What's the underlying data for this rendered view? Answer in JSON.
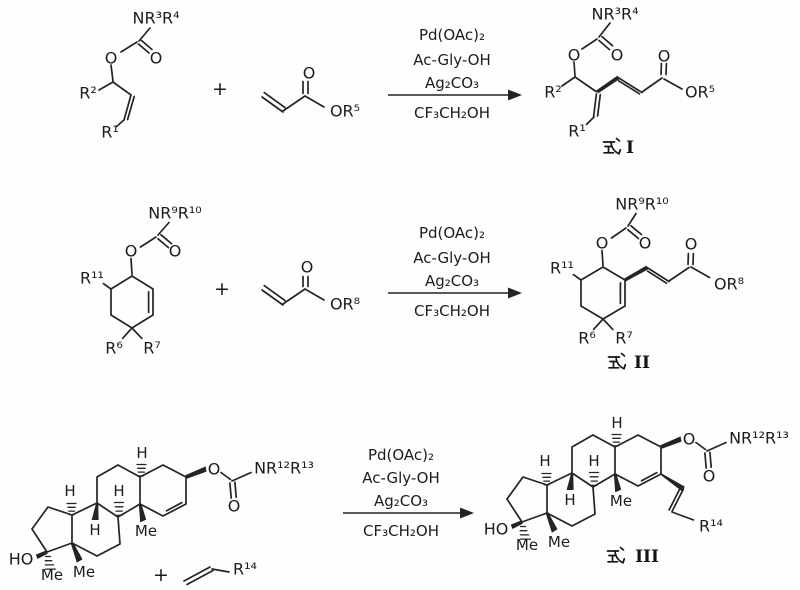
{
  "conditions": {
    "line1": "Pd(OAc)₂",
    "line2": "Ac-Gly-OH",
    "line3": "Ag₂CO₃",
    "line4": "CF₃CH₂OH"
  },
  "plus": "+",
  "scheme1": {
    "carbamate": {
      "n": "NR³R⁴",
      "ester_o": "O",
      "carbonyl_o": "O",
      "r2": "R²",
      "r1": "R¹"
    },
    "acrylate": {
      "carbonyl_o": "O",
      "ester_or": "OR⁵"
    },
    "product": {
      "n": "NR³R⁴",
      "ester_o": "O",
      "carbonyl_o": "O",
      "r2": "R²",
      "r1": "R¹",
      "acrylate_o": "O",
      "acrylate_or": "OR⁵",
      "label": "式I",
      "numeral": "I"
    }
  },
  "scheme2": {
    "carbamate": {
      "n": "NR⁹R¹⁰",
      "ester_o": "O",
      "carbonyl_o": "O",
      "r11": "R¹¹",
      "r6": "R⁶",
      "r7": "R⁷"
    },
    "acrylate": {
      "carbonyl_o": "O",
      "ester_or": "OR⁸"
    },
    "product": {
      "n": "NR⁹R¹⁰",
      "ester_o": "O",
      "carbonyl_o": "O",
      "r11": "R¹¹",
      "r6": "R⁶",
      "r7": "R⁷",
      "acrylate_o": "O",
      "acrylate_or": "OR⁸",
      "label": "式II",
      "numeral": "II"
    }
  },
  "scheme3": {
    "steroid": {
      "ho": "HO",
      "me": "Me",
      "h": "H",
      "ester_o": "O",
      "carbonyl_o": "O",
      "n": "NR¹²R¹³"
    },
    "alkene": {
      "r14": "R¹⁴"
    },
    "product": {
      "r14": "R¹⁴",
      "label": "式III",
      "numeral": "III"
    }
  }
}
